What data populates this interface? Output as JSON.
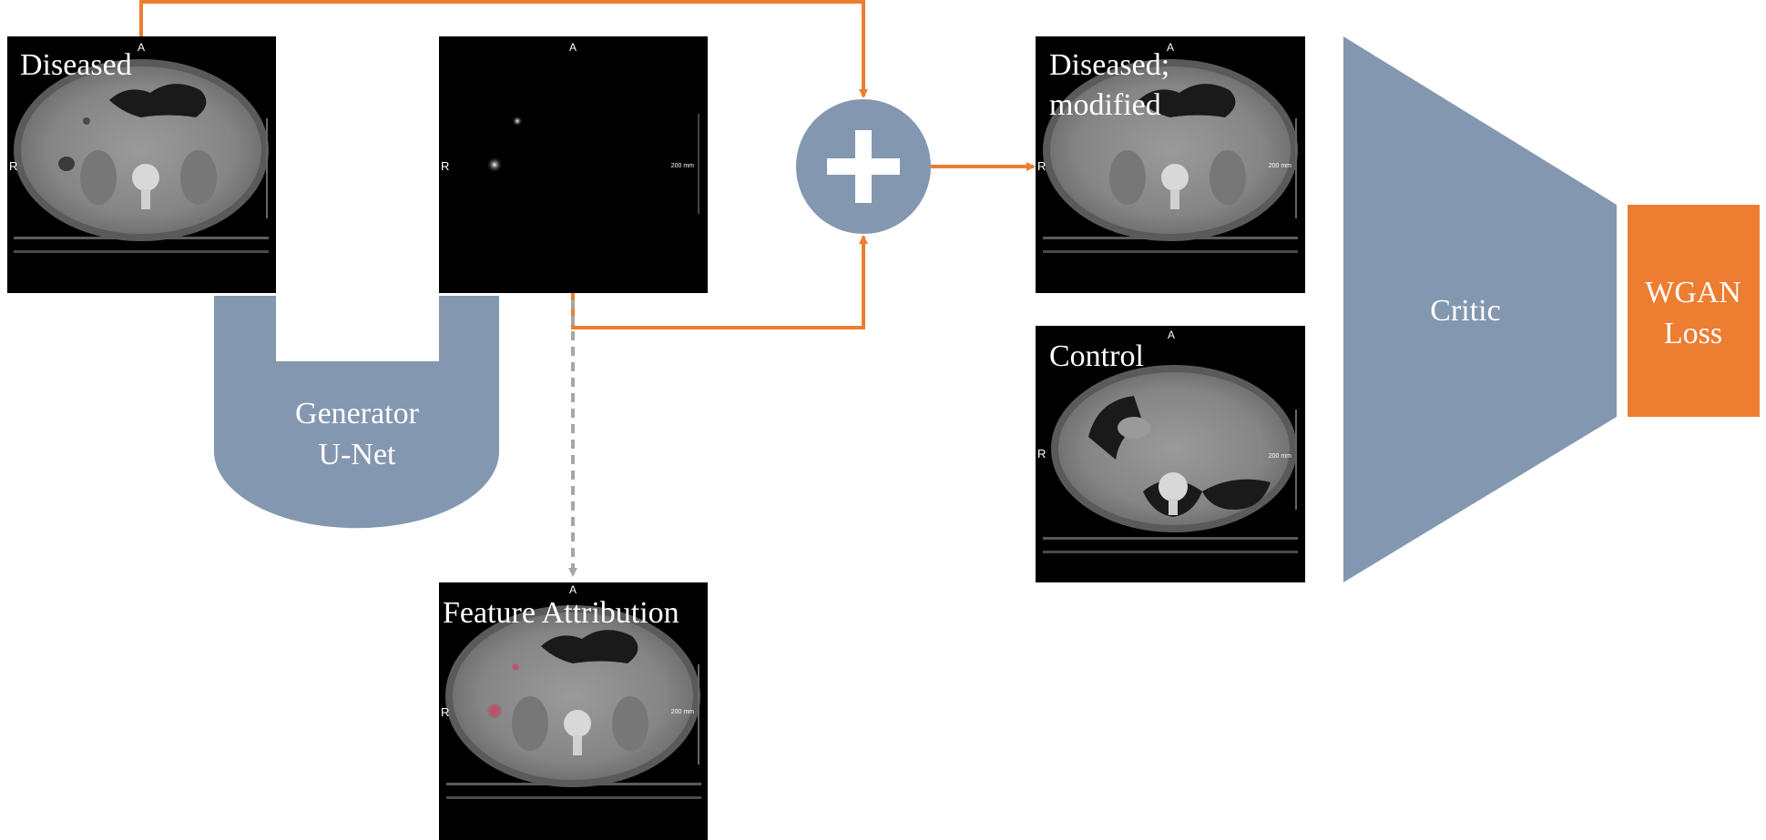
{
  "panels": {
    "diseased": {
      "label": "Diseased",
      "top_marker": "A",
      "side_marker": "R"
    },
    "mask": {
      "top_marker": "A",
      "side_marker": "R",
      "scale_text": "200 mm"
    },
    "diseased_modified": {
      "label_line1": "Diseased;",
      "label_line2": "modified",
      "top_marker": "A",
      "side_marker": "R",
      "scale_text": "200 mm"
    },
    "control": {
      "label": "Control",
      "top_marker": "A",
      "side_marker": "R",
      "scale_text": "200 mm"
    },
    "feature_attribution": {
      "label": "Feature Attribution",
      "top_marker": "A",
      "side_marker": "R",
      "scale_text": "200 mm"
    }
  },
  "generator": {
    "line1": "Generator",
    "line2": "U-Net"
  },
  "critic": {
    "label": "Critic"
  },
  "loss": {
    "line1": "WGAN",
    "line2": "Loss"
  },
  "colors": {
    "shape_fill": "#8497b0",
    "arrow_orange": "#ed7d31",
    "dashed_gray": "#a6a6a6",
    "loss_fill": "#ed7d31",
    "image_bg": "#000000"
  }
}
